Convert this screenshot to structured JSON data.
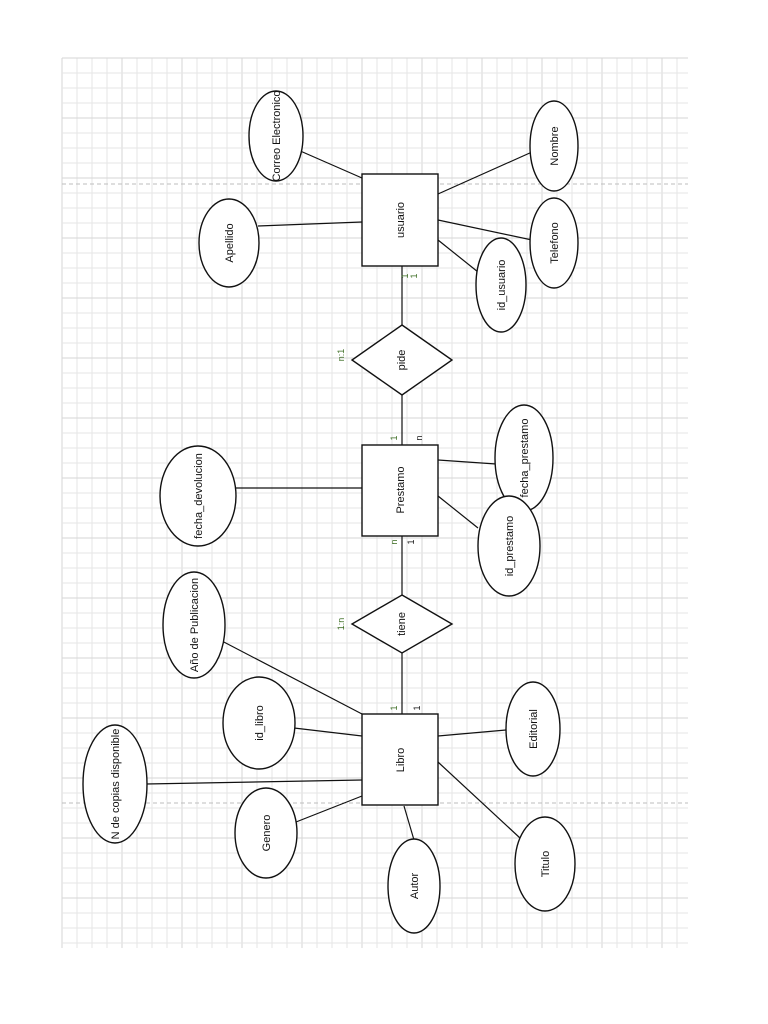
{
  "entities": {
    "usuario": "usuario",
    "prestamo": "Prestamo",
    "libro": "Libro"
  },
  "relationships": {
    "pide": "pide",
    "tiene": "tiene"
  },
  "relationship_cardinalities": {
    "pide": "n:1",
    "tiene": "1:n"
  },
  "attributes": {
    "correo": "Correo Electronico",
    "apellido": "Apellido",
    "nombre": "Nombre",
    "telefono": "Telefono",
    "id_usuario": "id_usuario",
    "fecha_devolucion": "fecha_devolucion",
    "fecha_prestamo": "fecha_prestamo",
    "id_prestamo": "id_prestamo",
    "anio_publicacion": "Año de Publicacion",
    "id_libro": "id_libro",
    "editorial": "Editorial",
    "copias": "N de copias disponible",
    "genero": "Genero",
    "autor": "Autor",
    "titulo": "Titulo"
  },
  "line_cardinalities": {
    "usuario_pide_a": "1",
    "usuario_pide_b": "1",
    "prestamo_pide_a": "1",
    "prestamo_pide_b": "n",
    "prestamo_tiene_a": "n",
    "prestamo_tiene_b": "1",
    "libro_tiene_a": "1",
    "libro_tiene_b": "1"
  },
  "colors": {
    "cardinality_label": "#3a6b20",
    "stroke": "#111111",
    "grid": "#e6e6e6"
  }
}
